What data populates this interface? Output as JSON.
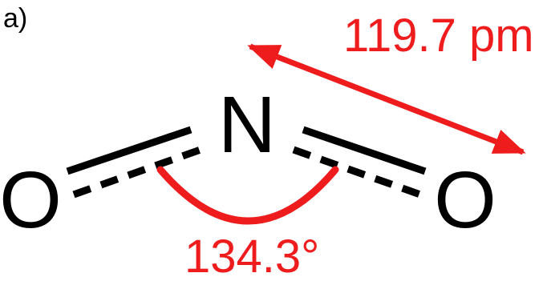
{
  "panel_label": "a)",
  "atoms": {
    "center": "N",
    "left": "O",
    "right": "O"
  },
  "bond_length": "119.7 pm",
  "bond_angle": "134.3°",
  "colors": {
    "ink": "#000000",
    "accent": "#ee1c1c",
    "background": "#ffffff"
  }
}
